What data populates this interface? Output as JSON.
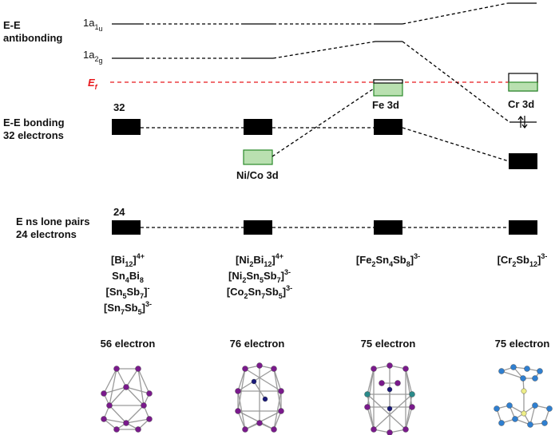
{
  "labels": {
    "antibonding": [
      "E-E",
      "antibonding"
    ],
    "level_1a1u": {
      "main": "1a",
      "sub1": "1",
      "sub2": "u"
    },
    "level_1a2g": {
      "main": "1a",
      "sub1": "2",
      "sub2": "g"
    },
    "fermi": {
      "main": "E",
      "sub": "f"
    },
    "bonding": [
      "E-E bonding",
      "32 electrons"
    ],
    "bonding_count": "32",
    "lonepair": [
      "E ns lone pairs",
      "24 electrons"
    ],
    "lonepair_count": "24",
    "fe3d": "Fe 3d",
    "cr3d": "Cr 3d",
    "nico3d": "Ni/Co 3d"
  },
  "columns": [
    {
      "formulas": [
        [
          {
            "t": "[Bi"
          },
          {
            "t": "12",
            "s": "sub"
          },
          {
            "t": "]"
          },
          {
            "t": "4+",
            "s": "sup"
          }
        ],
        [
          {
            "t": "Sn"
          },
          {
            "t": "4",
            "s": "sub"
          },
          {
            "t": "Bi"
          },
          {
            "t": "8",
            "s": "sub"
          }
        ],
        [
          {
            "t": "[Sn"
          },
          {
            "t": "5",
            "s": "sub"
          },
          {
            "t": "Sb"
          },
          {
            "t": "7",
            "s": "sub"
          },
          {
            "t": "]"
          },
          {
            "t": "-",
            "s": "sup"
          }
        ],
        [
          {
            "t": "[Sn"
          },
          {
            "t": "7",
            "s": "sub"
          },
          {
            "t": "Sb"
          },
          {
            "t": "5",
            "s": "sub"
          },
          {
            "t": "]"
          },
          {
            "t": "3-",
            "s": "sup"
          }
        ]
      ],
      "electrons": "56 electron"
    },
    {
      "formulas": [
        [
          {
            "t": "[Ni"
          },
          {
            "t": "2",
            "s": "sub"
          },
          {
            "t": "Bi"
          },
          {
            "t": "12",
            "s": "sub"
          },
          {
            "t": "]"
          },
          {
            "t": "4+",
            "s": "sup"
          }
        ],
        [
          {
            "t": "[Ni"
          },
          {
            "t": "2",
            "s": "sub"
          },
          {
            "t": "Sn"
          },
          {
            "t": "5",
            "s": "sub"
          },
          {
            "t": "Sb"
          },
          {
            "t": "7",
            "s": "sub"
          },
          {
            "t": "]"
          },
          {
            "t": "3-",
            "s": "sup"
          }
        ],
        [
          {
            "t": "[Co"
          },
          {
            "t": "2",
            "s": "sub"
          },
          {
            "t": "Sn"
          },
          {
            "t": "7",
            "s": "sub"
          },
          {
            "t": "Sb"
          },
          {
            "t": "5",
            "s": "sub"
          },
          {
            "t": "]"
          },
          {
            "t": "3-",
            "s": "sup"
          }
        ]
      ],
      "electrons": "76 electron"
    },
    {
      "formulas": [
        [
          {
            "t": "[Fe"
          },
          {
            "t": "2",
            "s": "sub"
          },
          {
            "t": "Sn"
          },
          {
            "t": "4",
            "s": "sub"
          },
          {
            "t": "Sb"
          },
          {
            "t": "8",
            "s": "sub"
          },
          {
            "t": "]"
          },
          {
            "t": "3-",
            "s": "sup"
          }
        ]
      ],
      "electrons": "75 electron"
    },
    {
      "formulas": [
        [
          {
            "t": "[Cr"
          },
          {
            "t": "2",
            "s": "sub"
          },
          {
            "t": "Sb"
          },
          {
            "t": "12",
            "s": "sub"
          },
          {
            "t": "]"
          },
          {
            "t": "3-",
            "s": "sup"
          }
        ]
      ],
      "electrons": "75 electron"
    }
  ],
  "colors": {
    "level": "#000000",
    "fermi": "#e8191e",
    "dorbital_fill": "#b9e0b0",
    "dorbital_stroke": "#2a8a2a",
    "atom_purple": "#7a1a8c",
    "atom_teal": "#2a8a8a",
    "atom_navy": "#1a1a7a",
    "atom_blue": "#2f7fd0",
    "atom_yellow": "#eeee88",
    "bond": "#9a9a9a"
  }
}
